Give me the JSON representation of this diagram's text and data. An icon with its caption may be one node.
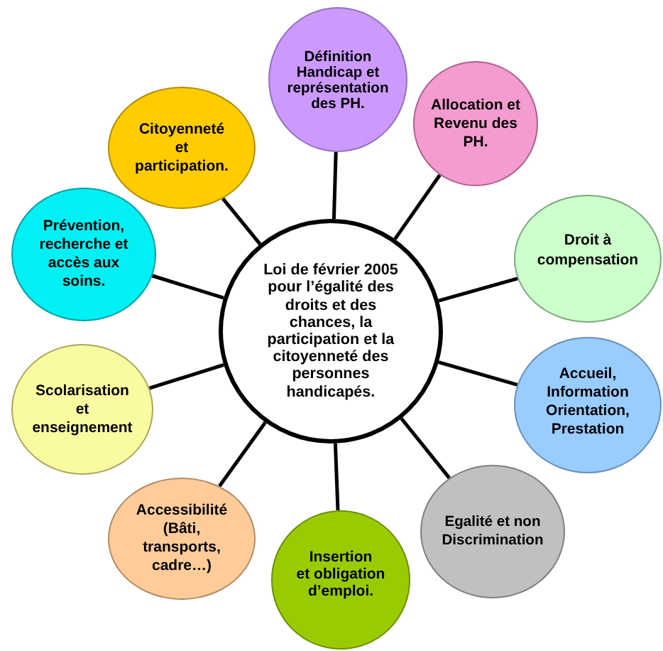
{
  "diagram": {
    "nodes": [
      {
        "text": [
          "Loi de février 2005 pour l’égalité des droits et des chances, la participation et la citoyenneté des personnes handicapés."
        ]
      },
      {
        "text": [
          "Définition Handicap et représentation des PH."
        ]
      },
      {
        "text": [
          "Allocation et Revenu des PH."
        ]
      },
      {
        "text": [
          "Droit à compensation"
        ]
      },
      {
        "text": [
          "Accueil, Information Orientation, Prestation"
        ]
      },
      {
        "text": [
          "Egalité et non Discrimination"
        ]
      },
      {
        "text": [
          "Insertion et obligation d’emploi."
        ]
      },
      {
        "text": [
          "Accessibilité (Bâti, transports, cadre…)"
        ]
      },
      {
        "text": [
          "Scolarisation et enseignement"
        ]
      },
      {
        "text": [
          "Prévention, recherche et accès aux soins."
        ]
      },
      {
        "text": [
          "Citoyenneté et participation."
        ]
      }
    ],
    "edges": [
      {
        "from": 0,
        "to": 1,
        "arrow": "none"
      },
      {
        "from": 0,
        "to": 2,
        "arrow": "none"
      },
      {
        "from": 0,
        "to": 3,
        "arrow": "none"
      },
      {
        "from": 0,
        "to": 4,
        "arrow": "none"
      },
      {
        "from": 0,
        "to": 5,
        "arrow": "none"
      },
      {
        "from": 0,
        "to": 6,
        "arrow": "none"
      },
      {
        "from": 0,
        "to": 7,
        "arrow": "none"
      },
      {
        "from": 0,
        "to": 8,
        "arrow": "none"
      },
      {
        "from": 0,
        "to": 9,
        "arrow": "none"
      },
      {
        "from": 0,
        "to": 10,
        "arrow": "none"
      }
    ]
  }
}
